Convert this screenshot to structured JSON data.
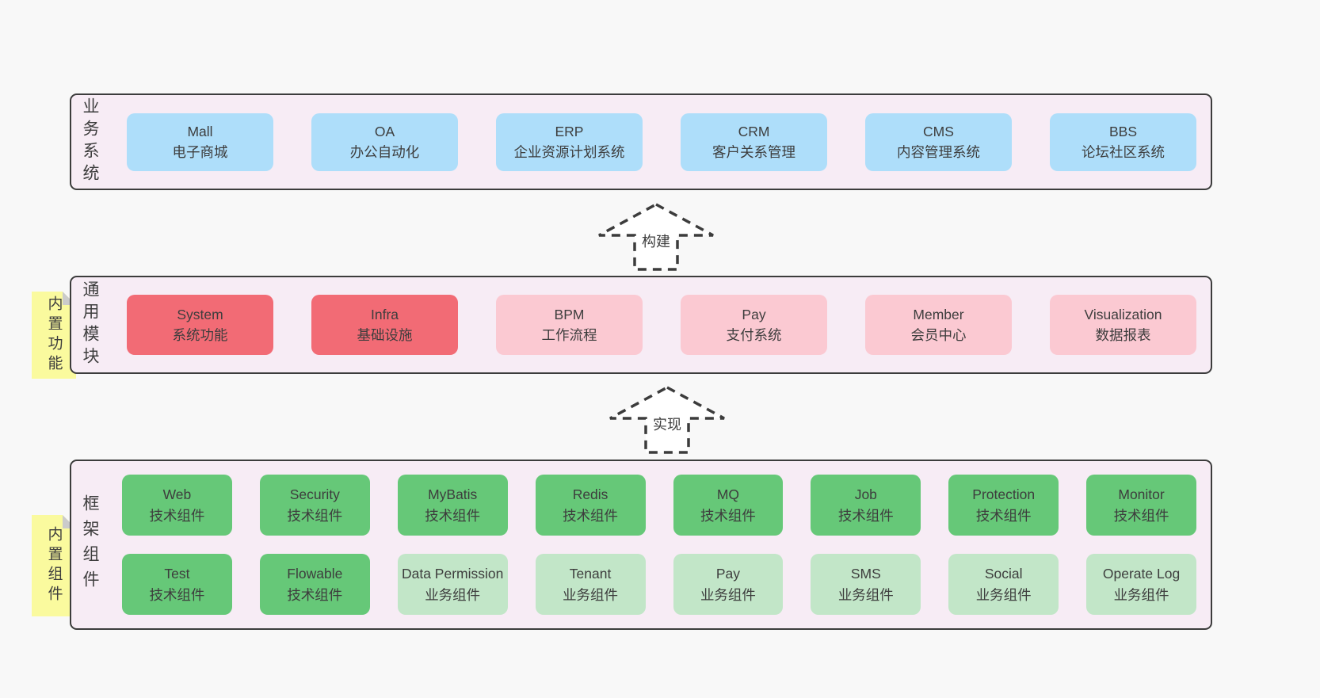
{
  "palette": {
    "page_bg": "#f8f8f8",
    "panel_bg": "#f7ecf5",
    "panel_border": "#3c3c3c",
    "box_blue": "#aedefa",
    "box_red": "#f26b75",
    "box_pink": "#fbc9d2",
    "box_green": "#66c878",
    "box_light_green": "#c2e6c8",
    "sticky_yellow": "#fafa9e",
    "sticky_fold_gray": "#cbcbcb",
    "text": "#3d3d3d"
  },
  "arrows": {
    "build": "构建",
    "implement": "实现"
  },
  "business": {
    "side_label": "业务系统",
    "boxes": [
      {
        "name": "Mall",
        "desc": "电子商城",
        "color": "blue"
      },
      {
        "name": "OA",
        "desc": "办公自动化",
        "color": "blue"
      },
      {
        "name": "ERP",
        "desc": "企业资源计划系统",
        "color": "blue"
      },
      {
        "name": "CRM",
        "desc": "客户关系管理",
        "color": "blue"
      },
      {
        "name": "CMS",
        "desc": "内容管理系统",
        "color": "blue"
      },
      {
        "name": "BBS",
        "desc": "论坛社区系统",
        "color": "blue"
      }
    ]
  },
  "modules": {
    "side_label": "通用模块",
    "sticky": "内置功能",
    "boxes": [
      {
        "name": "System",
        "desc": "系统功能",
        "color": "red"
      },
      {
        "name": "Infra",
        "desc": "基础设施",
        "color": "red"
      },
      {
        "name": "BPM",
        "desc": "工作流程",
        "color": "pink"
      },
      {
        "name": "Pay",
        "desc": "支付系统",
        "color": "pink"
      },
      {
        "name": "Member",
        "desc": "会员中心",
        "color": "pink"
      },
      {
        "name": "Visualization",
        "desc": "数据报表",
        "color": "pink"
      }
    ]
  },
  "components": {
    "side_label": "框架组件",
    "sticky": "内置组件",
    "tech": [
      {
        "name": "Web",
        "desc": "技术组件",
        "color": "green"
      },
      {
        "name": "Security",
        "desc": "技术组件",
        "color": "green"
      },
      {
        "name": "MyBatis",
        "desc": "技术组件",
        "color": "green"
      },
      {
        "name": "Redis",
        "desc": "技术组件",
        "color": "green"
      },
      {
        "name": "MQ",
        "desc": "技术组件",
        "color": "green"
      },
      {
        "name": "Job",
        "desc": "技术组件",
        "color": "green"
      },
      {
        "name": "Protection",
        "desc": "技术组件",
        "color": "green"
      },
      {
        "name": "Monitor",
        "desc": "技术组件",
        "color": "green"
      }
    ],
    "biz": [
      {
        "name": "Test",
        "desc": "技术组件",
        "color": "green"
      },
      {
        "name": "Flowable",
        "desc": "技术组件",
        "color": "green"
      },
      {
        "name": "Data Permission",
        "desc": "业务组件",
        "color": "lightgreen"
      },
      {
        "name": "Tenant",
        "desc": "业务组件",
        "color": "lightgreen"
      },
      {
        "name": "Pay",
        "desc": "业务组件",
        "color": "lightgreen"
      },
      {
        "name": "SMS",
        "desc": "业务组件",
        "color": "lightgreen"
      },
      {
        "name": "Social",
        "desc": "业务组件",
        "color": "lightgreen"
      },
      {
        "name": "Operate Log",
        "desc": "业务组件",
        "color": "lightgreen"
      }
    ]
  }
}
